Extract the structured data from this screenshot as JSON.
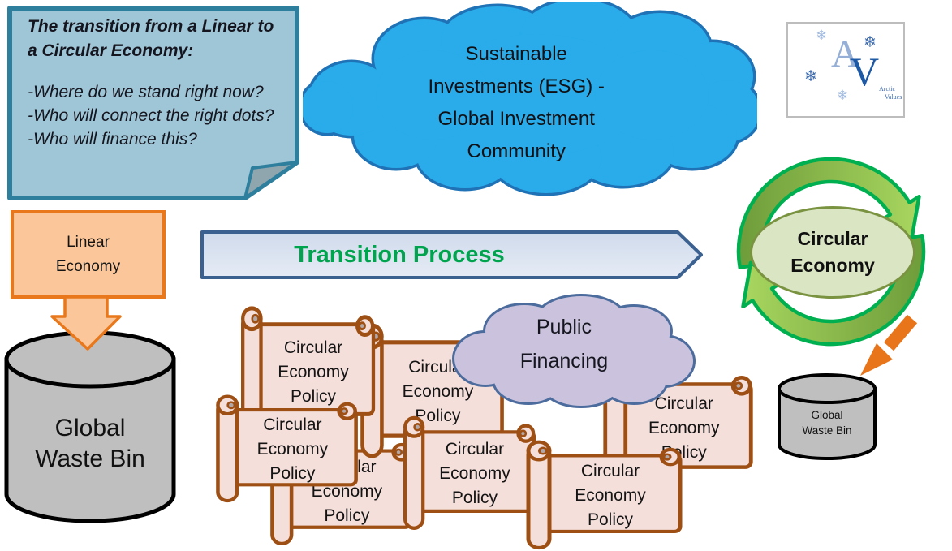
{
  "sticky_note": {
    "title": "The transition from a Linear to\na Circular Economy:",
    "questions": [
      "-Where do we stand right now?",
      "-Who will connect the right dots?",
      "-Who will finance this?"
    ]
  },
  "esg_cloud": {
    "label": "Sustainable\nInvestments (ESG) -\nGlobal Investment\nCommunity"
  },
  "logo": {
    "letter_a": "A",
    "letter_v": "V",
    "name_line1": "Arctic",
    "name_line2": "Values",
    "snowflake": "❄"
  },
  "linear_economy": {
    "label": "Linear\nEconomy"
  },
  "global_waste_bin_large": {
    "line1": "Global",
    "line2": "Waste Bin"
  },
  "global_waste_bin_small": {
    "line1": "Global",
    "line2": "Waste Bin"
  },
  "transition_banner": {
    "label": "Transition Process"
  },
  "circular_economy": {
    "label": "Circular\nEconomy"
  },
  "public_financing_cloud": {
    "label": "Public\nFinancing"
  },
  "policy_scrolls": {
    "label": "Circular\nEconomy\nPolicy",
    "count": 7
  },
  "colors": {
    "sticky_fill": "#9FC6D6",
    "sticky_border": "#2E7F9D",
    "esg_cloud_fill": "#29ACE9",
    "esg_cloud_border": "#1E72B5",
    "orange_fill": "#FBC79A",
    "orange_border": "#E8781B",
    "cylinder_fill": "#BFBFBF",
    "banner_fill": "#D9E2F1",
    "banner_border": "#3A618F",
    "green_accent": "#00AF4F",
    "banner_text_green": "#00A44E",
    "circular_ellipse_fill": "#DAE5C4",
    "circular_ellipse_border": "#7A9340",
    "public_cloud_fill": "#CBC3DD",
    "public_cloud_border": "#4D6C9E",
    "scroll_fill": "#F5DFDB",
    "scroll_border": "#9E5014"
  }
}
